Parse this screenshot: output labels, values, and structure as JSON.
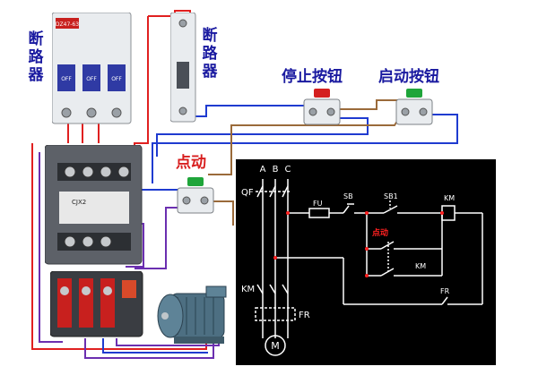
{
  "labels": {
    "breaker_left": [
      "断",
      "路",
      "器"
    ],
    "breaker_right": [
      "断",
      "路",
      "器"
    ],
    "stop_button": "停止按钮",
    "start_button": "启动按钮",
    "jog_button": "点动"
  },
  "schematic": {
    "phases": [
      "A",
      "B",
      "C"
    ],
    "qf": "QF",
    "fu": "FU",
    "sb": "SB",
    "sb1": "SB1",
    "km_coil": "KM",
    "jog": "点动",
    "km_aux": "KM",
    "fr": "FR",
    "km_main": "KM",
    "fr_heater": "FR",
    "motor": "M"
  },
  "device_text": {
    "breaker_brand": "DZ47-63",
    "breaker_off": [
      "OFF",
      "OFF",
      "OFF"
    ],
    "contactor_model": "CJX2"
  },
  "colors": {
    "label_blue": "#1a1aa0",
    "label_red": "#d81e1e",
    "wire_red": "#e02020",
    "wire_purple": "#6b2fb0",
    "wire_blue": "#1f3bd0",
    "wire_brown": "#9a6a3a",
    "panel_bg": "#000000",
    "schematic_line": "#ffffff",
    "schematic_red": "#ff2020"
  }
}
